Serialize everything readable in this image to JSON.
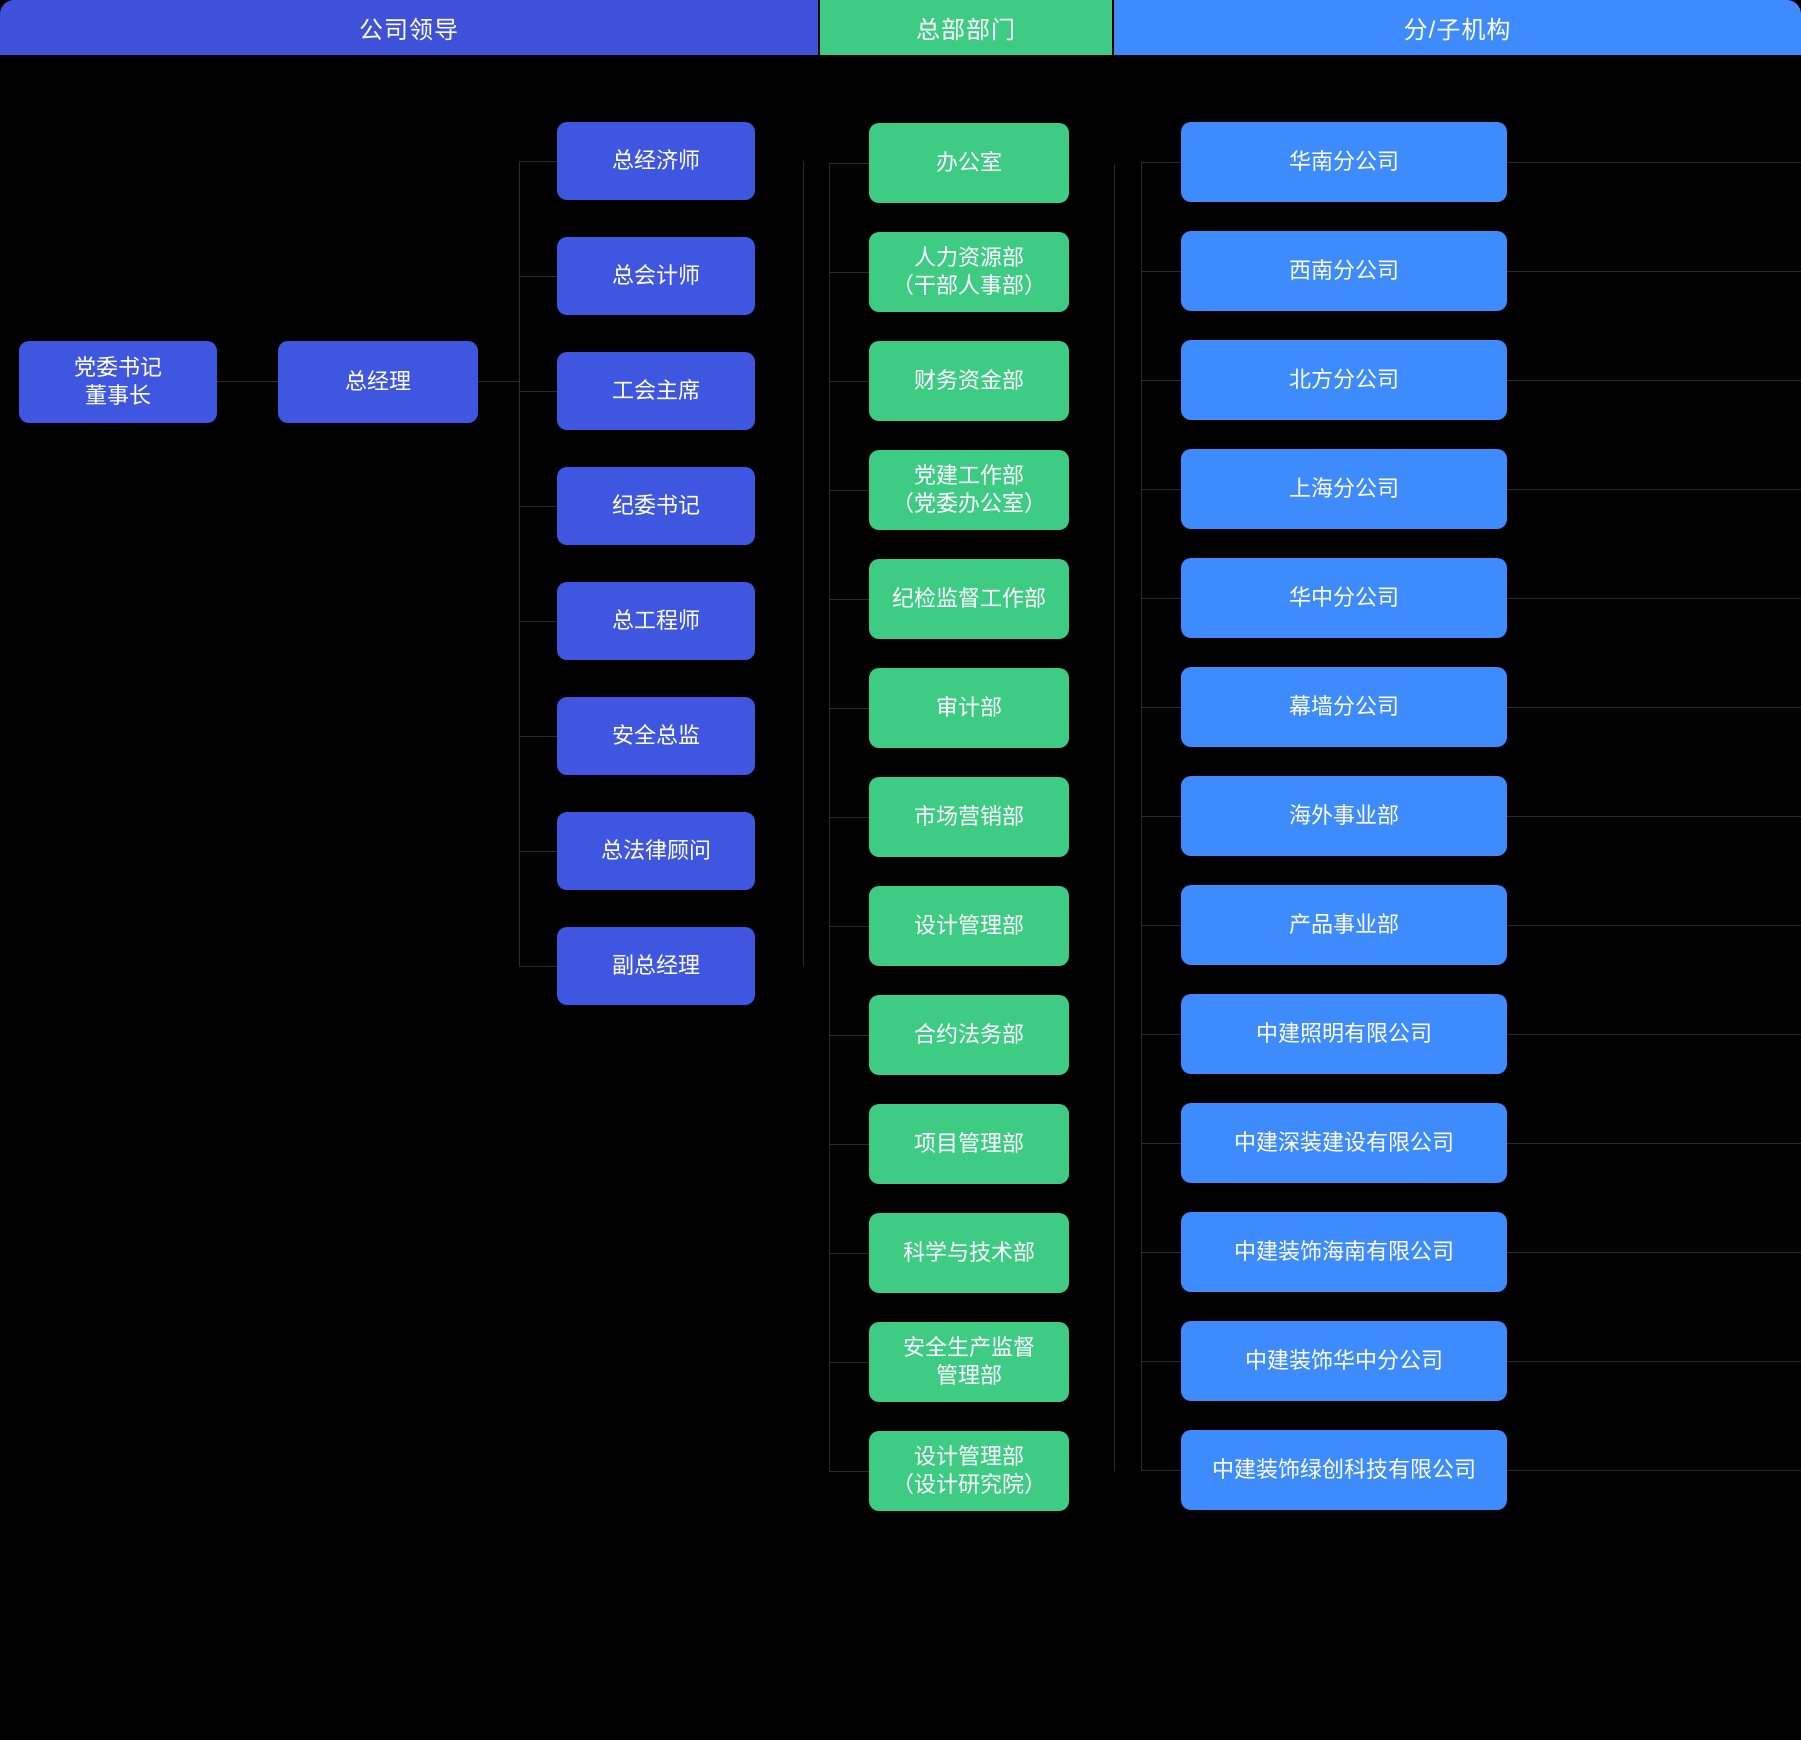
{
  "headers": {
    "leaders": "公司领导",
    "departments": "总部部门",
    "subsidiaries": "分/子机构"
  },
  "colors": {
    "leaders_header": "#3f51d8",
    "departments_header": "#3ecb84",
    "subsidiaries_header": "#3d8bfc",
    "leader_node": "#3f57e0",
    "department_node": "#3ecb84",
    "subsidiary_node": "#3d8bfc",
    "background": "#000000",
    "connector": "#2a2a2a",
    "text": "#ffffff"
  },
  "root": {
    "chairman": "党委书记\n董事长",
    "general_manager": "总经理"
  },
  "leaders": [
    {
      "label": "总经济师"
    },
    {
      "label": "总会计师"
    },
    {
      "label": "工会主席"
    },
    {
      "label": "纪委书记"
    },
    {
      "label": "总工程师"
    },
    {
      "label": "安全总监"
    },
    {
      "label": "总法律顾问"
    },
    {
      "label": "副总经理"
    }
  ],
  "departments": [
    {
      "label": "办公室"
    },
    {
      "label": "人力资源部\n（干部人事部）"
    },
    {
      "label": "财务资金部"
    },
    {
      "label": "党建工作部\n（党委办公室）"
    },
    {
      "label": "纪检监督工作部"
    },
    {
      "label": "审计部"
    },
    {
      "label": "市场营销部"
    },
    {
      "label": "设计管理部"
    },
    {
      "label": "合约法务部"
    },
    {
      "label": "项目管理部"
    },
    {
      "label": "科学与技术部"
    },
    {
      "label": "安全生产监督\n管理部"
    },
    {
      "label": "设计管理部\n（设计研究院）"
    }
  ],
  "subsidiaries": [
    {
      "label": "华南分公司"
    },
    {
      "label": "西南分公司"
    },
    {
      "label": "北方分公司"
    },
    {
      "label": "上海分公司"
    },
    {
      "label": "华中分公司"
    },
    {
      "label": "幕墙分公司"
    },
    {
      "label": "海外事业部"
    },
    {
      "label": "产品事业部"
    },
    {
      "label": "中建照明有限公司"
    },
    {
      "label": "中建深装建设有限公司"
    },
    {
      "label": "中建装饰海南有限公司"
    },
    {
      "label": "中建装饰华中分公司"
    },
    {
      "label": "中建装饰绿创科技有限公司"
    }
  ]
}
